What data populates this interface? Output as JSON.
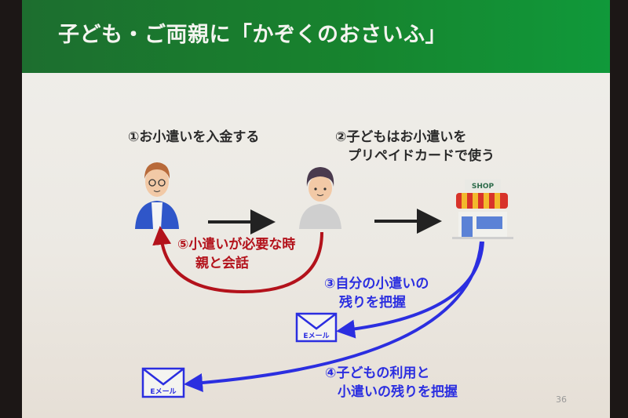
{
  "slide": {
    "title": "子ども・ご両親に「かぞくのおさいふ」",
    "page_number": "36"
  },
  "steps": {
    "step1": "①お小遣いを入金する",
    "step2_line1": "②子どもはお小遣いを",
    "step2_line2": "プリペイドカードで使う",
    "step3_line1": "③自分の小遣いの",
    "step3_line2": "残りを把握",
    "step4_line1": "④子どもの利用と",
    "step4_line2": "小遣いの残りを把握",
    "step5_line1": "⑤小遣いが必要な時",
    "step5_line2": "親と会話"
  },
  "icons": {
    "parent": "parent-person-icon",
    "child": "child-person-icon",
    "shop": "shop-icon",
    "shop_sign": "SHOP",
    "mail_label": "Eメール"
  },
  "colors": {
    "header_green": "#17832e",
    "red_arrow": "#b3121b",
    "blue_arrow": "#2b2ee0",
    "black_arrow": "#222222"
  }
}
